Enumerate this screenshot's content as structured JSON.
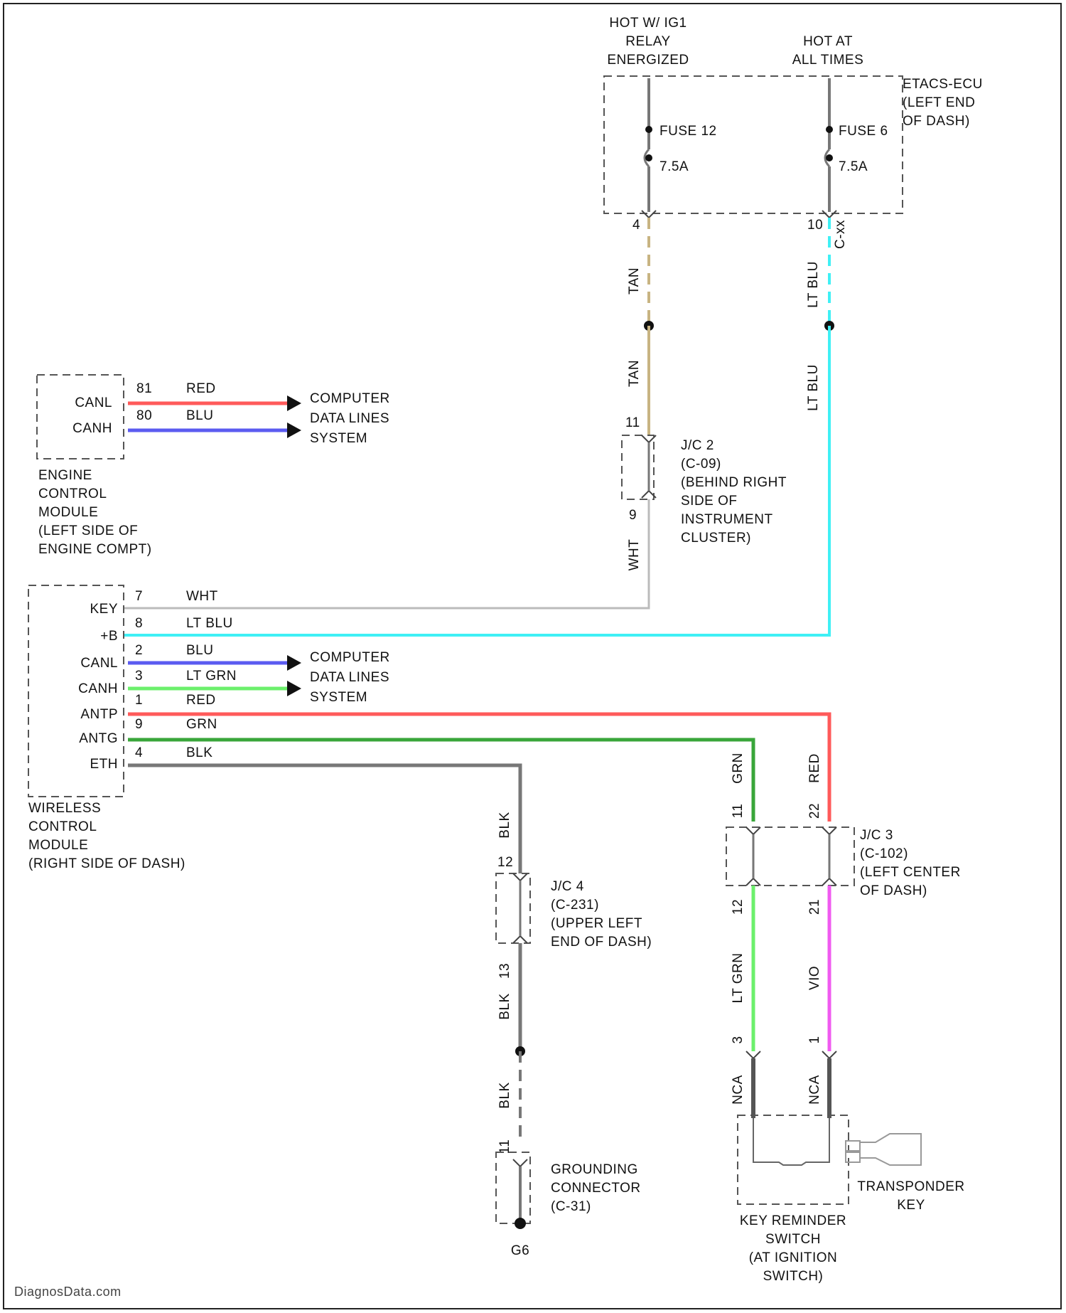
{
  "power": {
    "hot_ig1": [
      "HOT W/ IG1",
      "RELAY",
      "ENERGIZED"
    ],
    "hot_all": [
      "HOT AT",
      "ALL TIMES"
    ],
    "etacs": [
      "ETACS-ECU",
      "(LEFT END",
      "OF DASH)"
    ],
    "fuse12": "FUSE 12",
    "fuse12_amp": "7.5A",
    "fuse6": "FUSE 6",
    "fuse6_amp": "7.5A",
    "pin_left": "4",
    "pin_right": "10",
    "conn_label": "C-xx"
  },
  "wires": {
    "tan1": "TAN",
    "tan2": "TAN",
    "ltblu1": "LT BLU",
    "ltblu2": "LT BLU",
    "wht_vert": "WHT",
    "jc2_pin_top": "11",
    "jc2_pin_bot": "9"
  },
  "jc2": [
    "J/C 2",
    "(C-09)",
    "(BEHIND RIGHT",
    "SIDE OF",
    "INSTRUMENT",
    "CLUSTER)"
  ],
  "ecm": {
    "pins": [
      {
        "name": "CANL",
        "num": "81",
        "color": "RED"
      },
      {
        "name": "CANH",
        "num": "80",
        "color": "BLU"
      }
    ],
    "dest": [
      "COMPUTER",
      "DATA LINES",
      "SYSTEM"
    ],
    "label": [
      "ENGINE",
      "CONTROL",
      "MODULE",
      "(LEFT SIDE OF",
      "ENGINE COMPT)"
    ]
  },
  "wcm": {
    "pins": [
      {
        "name": "KEY",
        "num": "7",
        "color": "WHT"
      },
      {
        "name": "+B",
        "num": "8",
        "color": "LT BLU"
      },
      {
        "name": "CANL",
        "num": "2",
        "color": "BLU"
      },
      {
        "name": "CANH",
        "num": "3",
        "color": "LT GRN"
      },
      {
        "name": "ANTP",
        "num": "1",
        "color": "RED"
      },
      {
        "name": "ANTG",
        "num": "9",
        "color": "GRN"
      },
      {
        "name": "ETH",
        "num": "4",
        "color": "BLK"
      }
    ],
    "dest": [
      "COMPUTER",
      "DATA LINES",
      "SYSTEM"
    ],
    "label": [
      "WIRELESS",
      "CONTROL",
      "MODULE",
      "(RIGHT SIDE OF DASH)"
    ]
  },
  "jc4": {
    "pin_top": "12",
    "pin_bot": "13",
    "blk_top": "BLK",
    "blk_mid": "BLK",
    "blk_low": "BLK",
    "label": [
      "J/C 4",
      "(C-231)",
      "(UPPER LEFT",
      "END OF DASH)"
    ]
  },
  "ground": {
    "pin": "11",
    "label": [
      "GROUNDING",
      "CONNECTOR",
      "(C-31)"
    ],
    "gnd": "G6"
  },
  "jc3": {
    "grn": "GRN",
    "red": "RED",
    "pin_tl": "11",
    "pin_tr": "22",
    "pin_bl": "12",
    "pin_br": "21",
    "label": [
      "J/C 3",
      "(C-102)",
      "(LEFT CENTER",
      "OF DASH)"
    ]
  },
  "keyswitch": {
    "ltgrn": "LT GRN",
    "vio": "VIO",
    "pin_l": "3",
    "pin_r": "1",
    "nca_l": "NCA",
    "nca_r": "NCA",
    "label": [
      "KEY REMINDER",
      "SWITCH",
      "(AT IGNITION",
      "SWITCH)"
    ],
    "transponder": [
      "TRANSPONDER",
      "KEY"
    ]
  },
  "watermark": "DiagnosData.com",
  "colors": {
    "red": "#ff5a5a",
    "blue": "#5b5bf0",
    "cyan": "#3ff0f5",
    "green": "#6cf06c",
    "dkgreen": "#39a63a",
    "magenta": "#f05bf0",
    "tan": "#c8b482",
    "gray": "#777777",
    "wht": "#bbbbbb"
  }
}
